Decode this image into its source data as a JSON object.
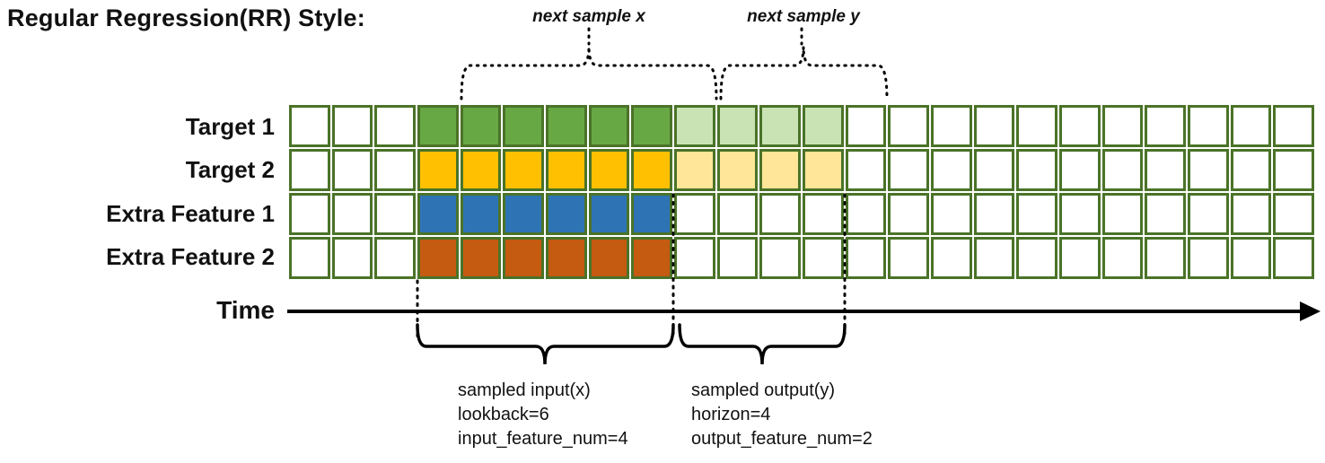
{
  "title": "Regular Regression(RR) Style:",
  "colors": {
    "grid_border": "#4a7328",
    "green": "#68a844",
    "green_light": "#c9e3b5",
    "gold": "#fec000",
    "gold_light": "#ffe699",
    "blue": "#2e74b5",
    "orange": "#c55a11",
    "line": "#000000"
  },
  "grid": {
    "columns": 24,
    "input_start": 3,
    "lookback": 6,
    "horizon": 4,
    "rows": [
      {
        "label": "Target 1",
        "input_color": "green",
        "output_color": "green_light"
      },
      {
        "label": "Target 2",
        "input_color": "gold",
        "output_color": "gold_light"
      },
      {
        "label": "Extra Feature 1",
        "input_color": "blue",
        "output_color": null
      },
      {
        "label": "Extra Feature 2",
        "input_color": "orange",
        "output_color": null
      }
    ]
  },
  "top_labels": {
    "next_sample_x": "next sample x",
    "next_sample_y": "next sample y"
  },
  "time_label": "Time",
  "annotations": {
    "input": {
      "line1": "sampled input(x)",
      "line2": "lookback=6",
      "line3": "input_feature_num=4"
    },
    "output": {
      "line1": "sampled output(y)",
      "line2": "horizon=4",
      "line3": "output_feature_num=2"
    }
  }
}
